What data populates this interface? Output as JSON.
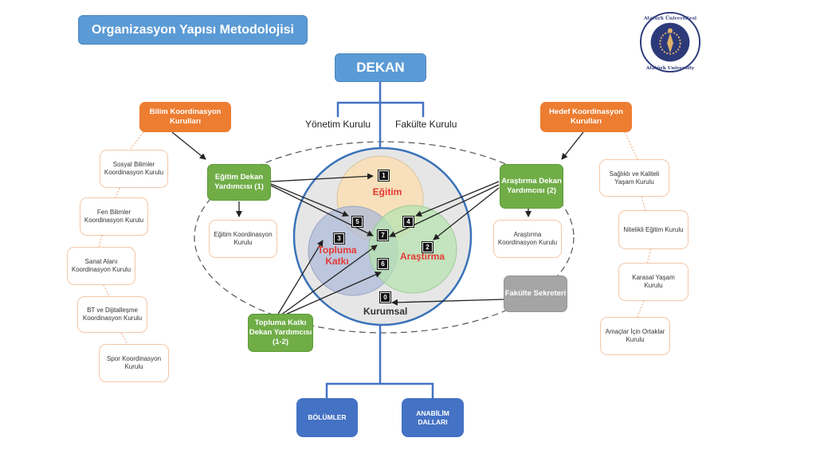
{
  "title": "Organizasyon Yapısı Metodolojisi",
  "logo": {
    "icon": "university-seal-icon",
    "text_top": "Atatürk Üniversitesi",
    "text_bottom": "Atatürk University",
    "colors": {
      "ring": "#2d3a7a",
      "inner": "#2d3a7a",
      "emblem": "#e0b36a"
    }
  },
  "top": {
    "dekan": "DEKAN",
    "yonetim_kurulu": "Yönetim Kurulu",
    "fakulte_kurulu": "Fakülte Kurulu"
  },
  "left": {
    "header": "Bilim Koordinasyon Kurulları",
    "councils": [
      "Sosyal Bilimler Koordinasyon Kurulu",
      "Fen Bilimler Koordinasyon Kurulu",
      "Sanat Alanı Koordinasyon Kurulu",
      "BT ve Dijitalleşme Koordinasyon Kurulu",
      "Spor Koordinasyon Kurulu"
    ]
  },
  "right": {
    "header": "Hedef Koordinasyon Kurulları",
    "councils": [
      "Sağlıklı ve Kaliteli Yaşam Kurulu",
      "Nitelikli Eğitim Kurulu",
      "Karasal Yaşam Kurulu",
      "Amaçlar İçin Ortaklar Kurulu"
    ]
  },
  "vice_deans": {
    "egitim": "Eğitim Dekan Yardımcısı (1)",
    "arastirma": "Araştırma Dekan Yardımcısı (2)",
    "topluma_katki": "Topluma Katkı Dekan Yardımcısı (1-2)"
  },
  "coordination": {
    "egitim": "Eğitim Koordinasyon Kurulu",
    "arastirma": "Araştırma Koordinasyon Kurulu"
  },
  "fakulte_sekreteri": "Fakülte Sekreteri",
  "venn": {
    "egitim": "Eğitim",
    "arastirma": "Araştırma",
    "topluma_katki_line1": "Topluma",
    "topluma_katki_line2": "Katkı",
    "kurumsal": "Kurumsal",
    "numbers": [
      "1",
      "2",
      "3",
      "4",
      "5",
      "6",
      "7",
      "0"
    ],
    "colors": {
      "egitim": "#f8dfb8",
      "arastirma": "#b7e3b0",
      "topluma": "#aebbd8",
      "outer": "#e6e6e6",
      "outer_border": "#3a73b8",
      "label": "#e53935"
    }
  },
  "bottom": {
    "bolumler": "BÖLÜMLER",
    "anabilim_dallari": "ANABİLİM DALLARI"
  },
  "colors": {
    "title_blue": "#5b9bd5",
    "orange": "#ed7d31",
    "green": "#70ad47",
    "gray": "#a5a5a5",
    "dark_blue": "#4472c4",
    "connector_blue": "#4472c4"
  }
}
